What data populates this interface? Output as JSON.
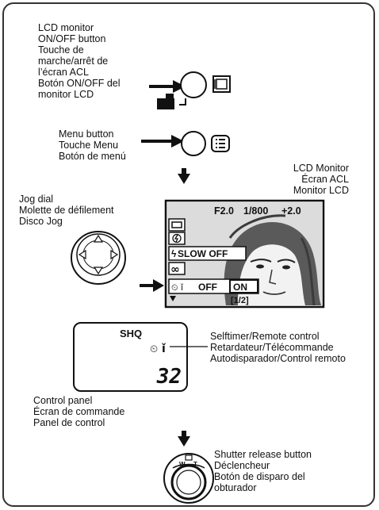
{
  "lcd_button": {
    "en": "LCD monitor",
    "en2": "ON/OFF button",
    "fr": "Touche de",
    "fr2": "marche/arrêt de",
    "fr3": "l’écran ACL",
    "es": "Botón ON/OFF del",
    "es2": "monitor LCD"
  },
  "menu_button": {
    "en": "Menu button",
    "fr": "Touche Menu",
    "es": "Botón de menú"
  },
  "lcd_monitor_label": {
    "en": "LCD Monitor",
    "fr": "Écran ACL",
    "es": "Monitor LCD"
  },
  "jog_dial": {
    "en": "Jog dial",
    "fr": "Molette de défilement",
    "es": "Disco Jog"
  },
  "lcd_screen": {
    "aperture": "F2.0",
    "shutter": "1/800",
    "exposure": "+2.0",
    "flash_mode": "SLOW OFF",
    "timer_off": "OFF",
    "timer_on": "ON",
    "page": "[1/2]"
  },
  "control_panel_display": {
    "quality": "SHQ",
    "count": "32"
  },
  "selftimer": {
    "en": "Selftimer/Remote control",
    "fr": "Retardateur/Télécommande",
    "es": "Autodisparador/Control remoto"
  },
  "control_panel": {
    "en": "Control panel",
    "fr": "Écran de commande",
    "es": "Panel de control"
  },
  "shutter": {
    "dial_w": "W",
    "dial_t": "T",
    "en": "Shutter release button",
    "fr": "Déclencheur",
    "es": "Botón de disparo del",
    "es2": "obturador"
  }
}
